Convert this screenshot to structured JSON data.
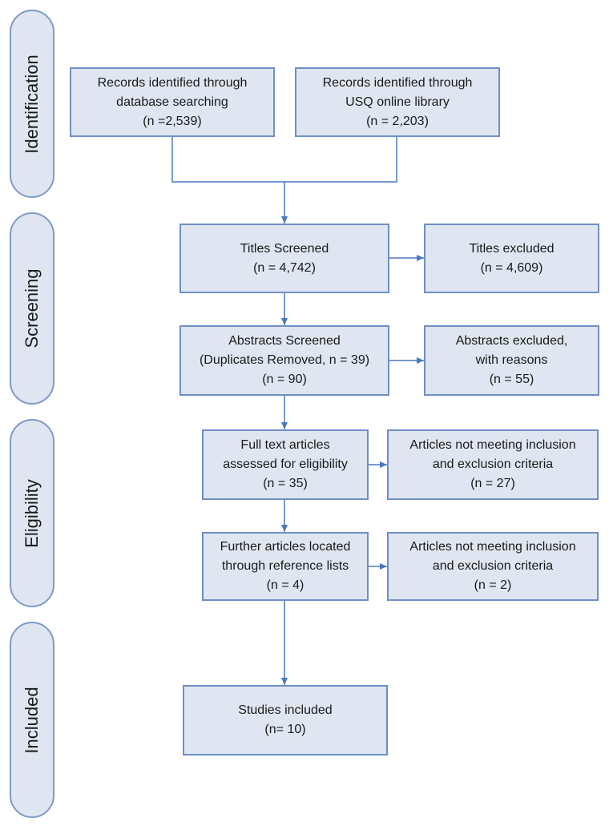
{
  "stages": {
    "identification": "Identification",
    "screening": "Screening",
    "eligibility": "Eligibility",
    "included": "Included"
  },
  "boxes": {
    "records_database": {
      "line1": "Records identified through",
      "line2": "database searching",
      "line3": "(n =2,539)"
    },
    "records_usq": {
      "line1": "Records identified through",
      "line2": "USQ online library",
      "line3": "(n = 2,203)"
    },
    "titles_screened": {
      "line1": "Titles Screened",
      "line2": "(n = 4,742)"
    },
    "titles_excluded": {
      "line1": "Titles excluded",
      "line2": "(n = 4,609)"
    },
    "abstracts_screened": {
      "line1": "Abstracts Screened",
      "line2": "(Duplicates Removed, n = 39)",
      "line3": "(n = 90)"
    },
    "abstracts_excluded": {
      "line1": "Abstracts excluded,",
      "line2": "with reasons",
      "line3": "(n = 55)"
    },
    "full_text": {
      "line1": "Full text articles",
      "line2": "assessed for eligibility",
      "line3": "(n = 35)"
    },
    "not_meeting_1": {
      "line1": "Articles not meeting inclusion",
      "line2": "and exclusion criteria",
      "line3": "(n = 27)"
    },
    "further_articles": {
      "line1": "Further articles located",
      "line2": "through reference lists",
      "line3": "(n = 4)"
    },
    "not_meeting_2": {
      "line1": "Articles not meeting inclusion",
      "line2": "and exclusion criteria",
      "line3": "(n = 2)"
    },
    "studies_included": {
      "line1": "Studies included",
      "line2": "(n= 10)"
    }
  },
  "colors": {
    "box_fill": "#dfe6f1",
    "box_border": "#6f8fc4",
    "stage_border": "#7f9ac6",
    "arrow": "#4a78be"
  }
}
